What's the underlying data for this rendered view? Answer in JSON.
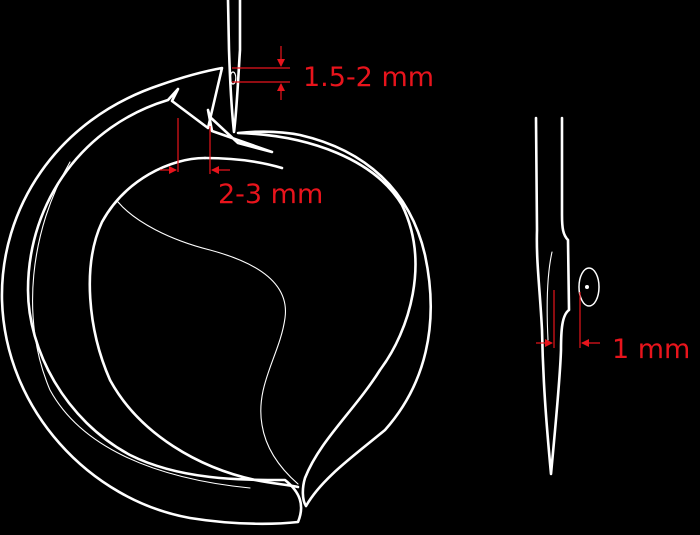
{
  "labels": {
    "hook_needle_clearance": "1.5-2 mm",
    "hook_point_gap": "2-3 mm",
    "needle_eye_offset": "1 mm"
  },
  "colors": {
    "background": "#000000",
    "outline": "#ffffff",
    "dimension": "#e8141c"
  }
}
